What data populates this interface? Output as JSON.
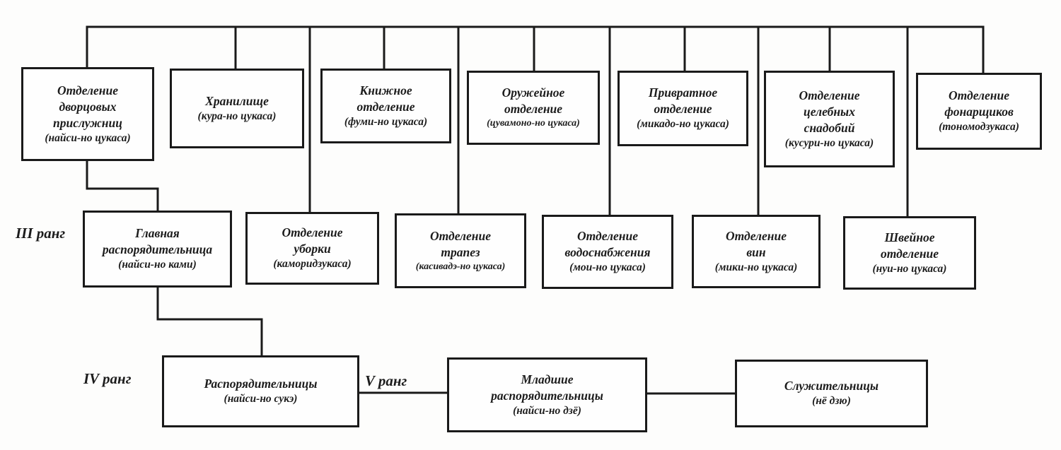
{
  "diagram_type": "org-chart",
  "language": "ru",
  "colors": {
    "ink": "#1a1a1a",
    "paper": "#fdfdfc"
  },
  "rank_labels": {
    "rank3": "III ранг",
    "rank4": "IV ранг",
    "rank5": "V ранг"
  },
  "top_row": [
    {
      "lines": [
        "Отделение",
        "дворцовых",
        "прислужниц"
      ],
      "sub": "(найси-но цукаса)"
    },
    {
      "lines": [
        "Хранилище"
      ],
      "sub": "(кура-но цукаса)"
    },
    {
      "lines": [
        "Книжное",
        "отделение"
      ],
      "sub": "(фуми-но цукаса)"
    },
    {
      "lines": [
        "Оружейное",
        "отделение"
      ],
      "sub": "(цувамоно-но цукаса)"
    },
    {
      "lines": [
        "Привратное",
        "отделение"
      ],
      "sub": "(микадо-но цукаса)"
    },
    {
      "lines": [
        "Отделение",
        "целебных",
        "снадобий"
      ],
      "sub": "(кусури-но цукаса)"
    },
    {
      "lines": [
        "Отделение",
        "фонарщиков"
      ],
      "sub": "(тономодзукаса)"
    }
  ],
  "middle_row": [
    {
      "lines": [
        "Главная",
        "распорядительница"
      ],
      "sub": "(найси-но ками)"
    },
    {
      "lines": [
        "Отделение",
        "уборки"
      ],
      "sub": "(каморидзукаса)"
    },
    {
      "lines": [
        "Отделение",
        "трапез"
      ],
      "sub": "(касивадэ-но цукаса)"
    },
    {
      "lines": [
        "Отделение",
        "водоснабжения"
      ],
      "sub": "(мои-но цукаса)"
    },
    {
      "lines": [
        "Отделение",
        "вин"
      ],
      "sub": "(мики-но цукаса)"
    },
    {
      "lines": [
        "Швейное",
        "отделение"
      ],
      "sub": "(нуи-но цукаса)"
    }
  ],
  "bottom_row": [
    {
      "lines": [
        "Распорядительницы"
      ],
      "sub": "(найси-но сукэ)"
    },
    {
      "lines": [
        "Младшие",
        "распорядительницы"
      ],
      "sub": "(найси-но дзё)"
    },
    {
      "lines": [
        "Служительницы"
      ],
      "sub": "(нё дзю)"
    }
  ]
}
